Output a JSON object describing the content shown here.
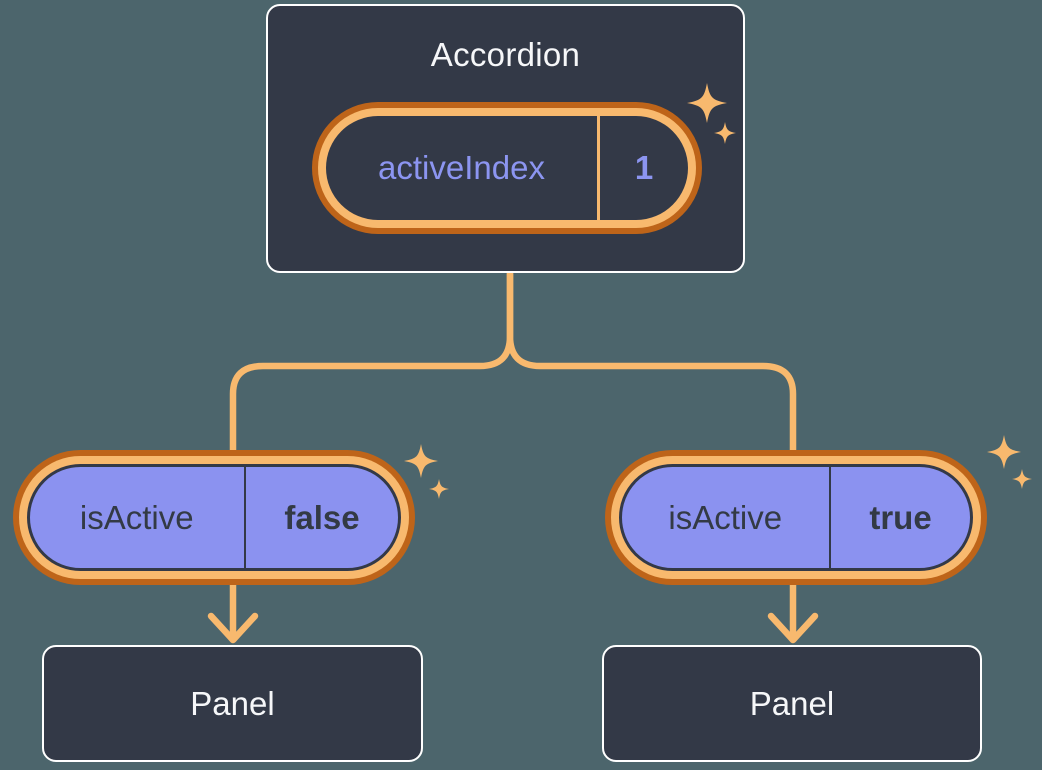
{
  "diagram": {
    "type": "react-component-state-tree",
    "colors": {
      "background": "#4C656C",
      "node_fill": "#333947",
      "node_border": "#FFFFFF",
      "text_light": "#F6F7F9",
      "text_dark": "#333A45",
      "purple_fill": "#8B92F0",
      "purple_text": "#8C95F1",
      "orange_light": "#F8B96E",
      "orange_dark": "#BE6419"
    },
    "decorations": {
      "sparkle_icon": "four-point-star",
      "arrow_icon": "arrow-down"
    },
    "root": {
      "title": "Accordion",
      "state": {
        "name": "activeIndex",
        "value": "1"
      }
    },
    "children": [
      {
        "prop": {
          "name": "isActive",
          "value": "false"
        },
        "panel": "Panel"
      },
      {
        "prop": {
          "name": "isActive",
          "value": "true"
        },
        "panel": "Panel"
      }
    ]
  }
}
